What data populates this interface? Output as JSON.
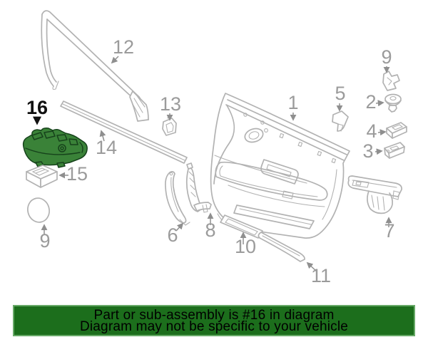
{
  "banner": {
    "line1": "Part or sub-assembly is #16 in diagram",
    "line2": "Diagram may not be specific to your vehicle",
    "background_color": "#1c6e1c",
    "border_color": "#67a967",
    "text_color": "#000000"
  },
  "diagram": {
    "highlighted_part": "16",
    "colors": {
      "line_art": "#b2b2b2",
      "labels": "#9b9b9b",
      "arrows": "#8f8f8f",
      "highlight_fill": "#3a8238",
      "highlight_outline": "#16421b",
      "highlight_label": "#111111",
      "background": "#ffffff"
    },
    "part_labels": {
      "p1": "1",
      "p2": "2",
      "p3": "3",
      "p4": "4",
      "p5": "5",
      "p6": "6",
      "p7": "7",
      "p8": "8",
      "p9_left": "9",
      "p9_right": "9",
      "p10": "10",
      "p11": "11",
      "p12": "12",
      "p13": "13",
      "p14": "14",
      "p15": "15",
      "p16": "16"
    }
  }
}
